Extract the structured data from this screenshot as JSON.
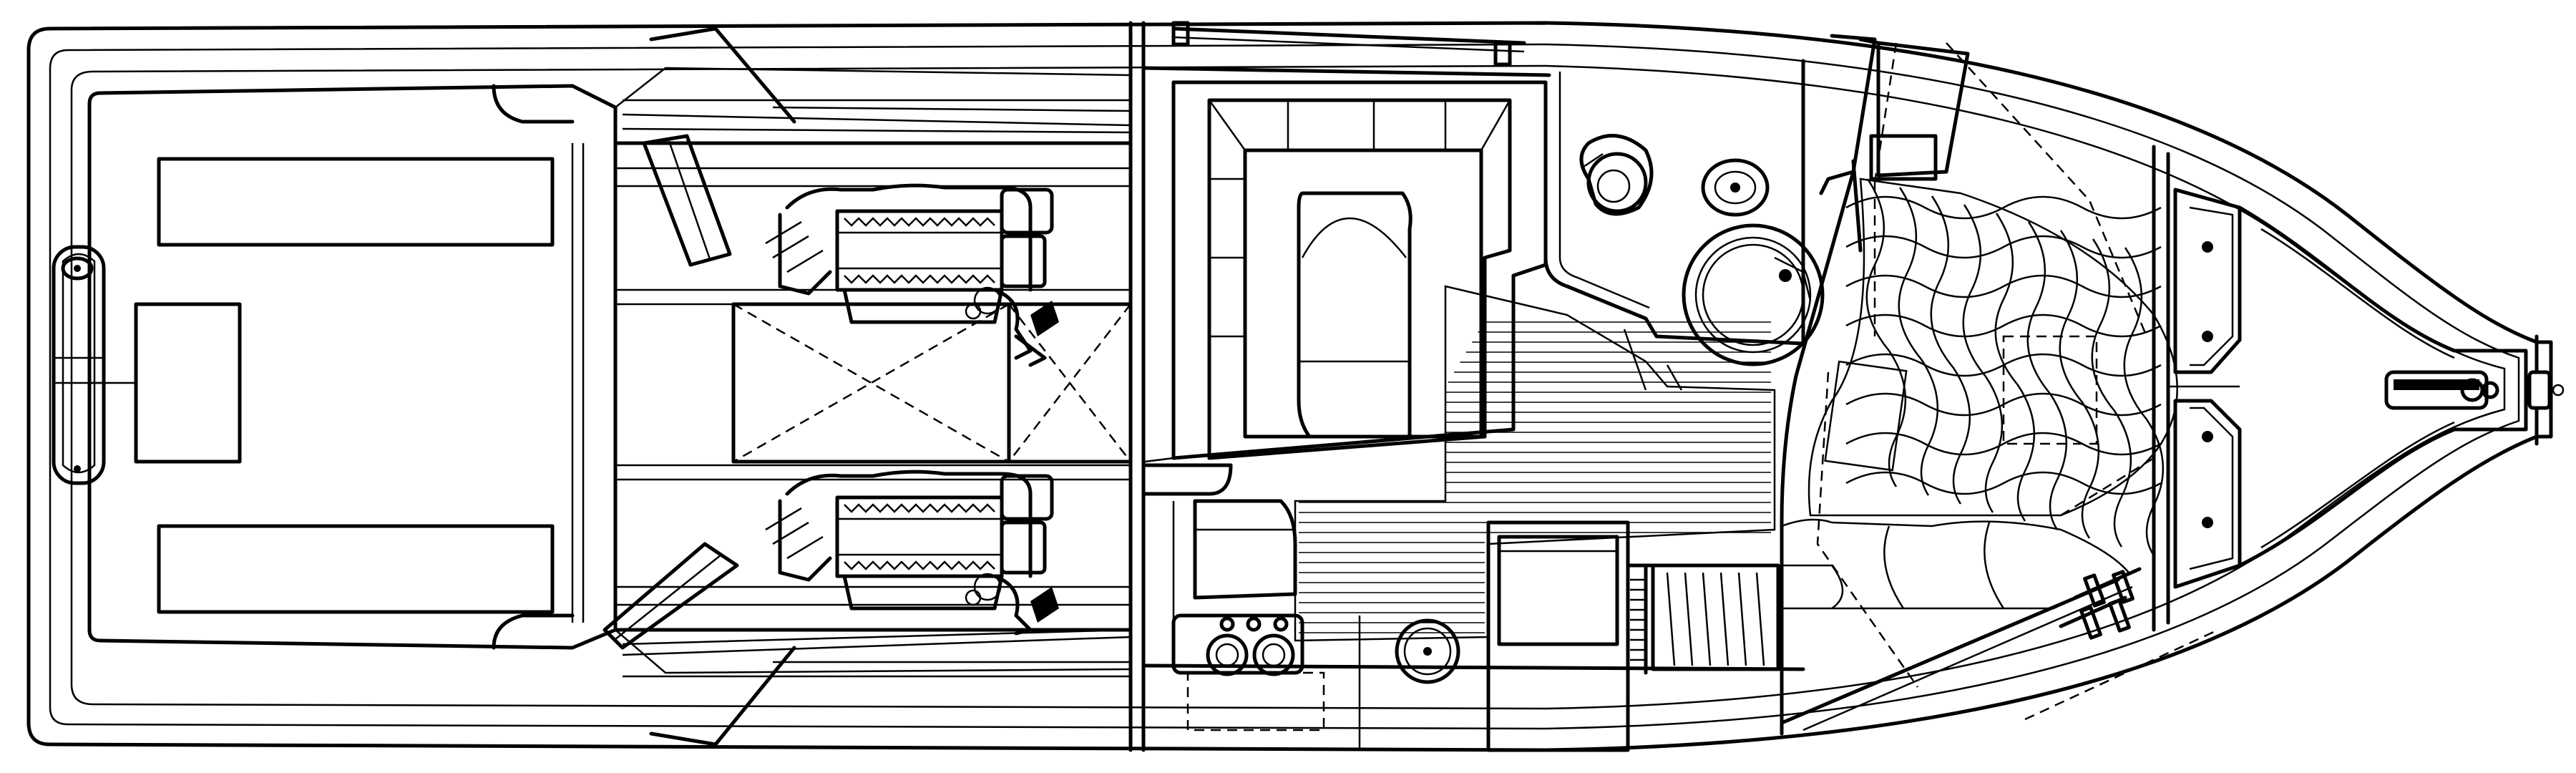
{
  "diagram": {
    "kind": "boat-deck-layout-line-drawing",
    "colors": {
      "ink": "#000000",
      "paper": "#ffffff"
    },
    "areas": [
      "cockpit",
      "engine-room",
      "salon-dinette",
      "head",
      "galley",
      "forward-berth",
      "anchor-locker",
      "bow-pulpit"
    ],
    "engines": 2
  }
}
